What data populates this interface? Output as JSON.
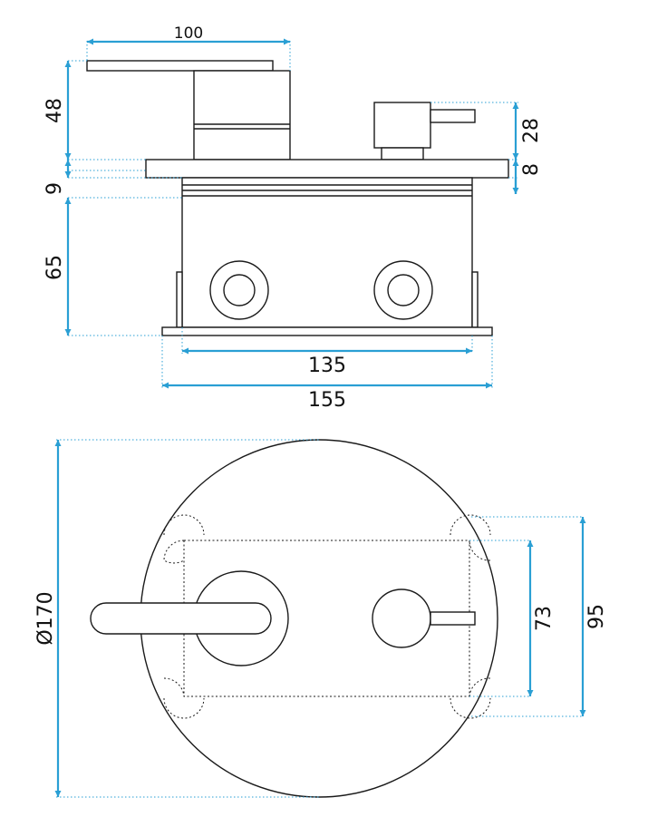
{
  "colors": {
    "outline": "#1a1a1a",
    "dimension": "#2a9fd4",
    "background": "#ffffff"
  },
  "side_view": {
    "dim_handle_length": "100",
    "dim_handle_height": "48",
    "dim_plate_gap": "9",
    "dim_box_depth": "65",
    "dim_knob_height": "28",
    "dim_plate_thickness": "8",
    "dim_box_width": "135",
    "dim_base_width": "155"
  },
  "front_view": {
    "dim_plate_diameter": "Ø170",
    "dim_box_height_inner": "73",
    "dim_box_height_outer": "95"
  }
}
